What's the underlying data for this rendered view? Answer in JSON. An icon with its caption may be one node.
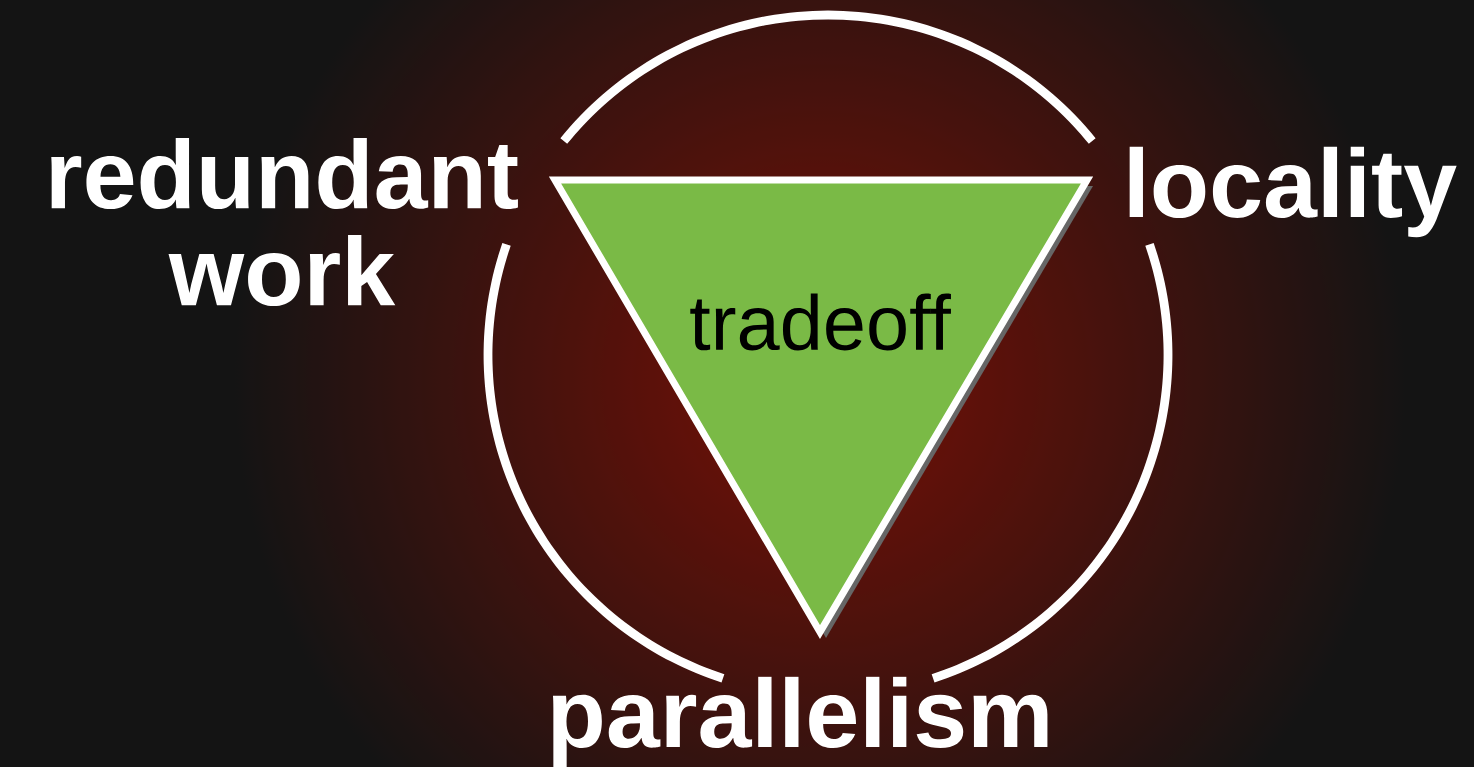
{
  "diagram": {
    "nodes": [
      {
        "text": [
          "redundant work"
        ]
      },
      {
        "text": [
          "locality"
        ]
      },
      {
        "text": [
          "parallelism"
        ]
      },
      {
        "text": [
          "tradeoff"
        ]
      }
    ],
    "edges": [
      {
        "from": 0,
        "to": 1,
        "arrow": "none"
      },
      {
        "from": 1,
        "to": 2,
        "arrow": "none"
      },
      {
        "from": 2,
        "to": 0,
        "arrow": "none"
      }
    ]
  }
}
